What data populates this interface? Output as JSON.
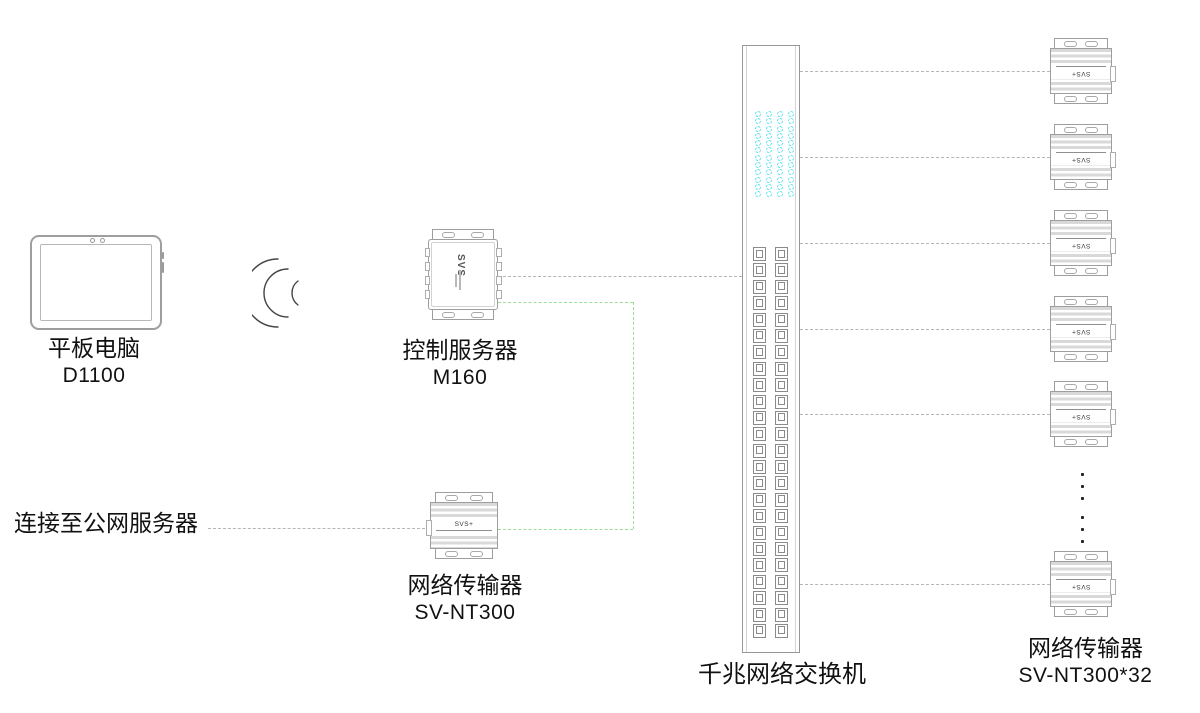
{
  "labels": {
    "public_server": "连接至公网服务器"
  },
  "tablet": {
    "name": "平板电脑",
    "model": "D1100"
  },
  "control_server": {
    "name": "控制服务器",
    "model": "M160",
    "logo": "SVS"
  },
  "transmitter": {
    "name": "网络传输器",
    "model": "SV-NT300",
    "logo": "SVS+"
  },
  "switch": {
    "name": "千兆网络交换机",
    "led_rows": 12,
    "led_cols": 4,
    "port_rows": 24,
    "port_cols": 2
  },
  "transmitter_bank": {
    "name": "网络传输器",
    "model": "SV-NT300*32",
    "logo": "SVS+",
    "visible_count": 6
  },
  "colors": {
    "line": "#b5b5b5",
    "green": "#9ade9a",
    "led": "#54e4ef",
    "outline": "#9e9e9e"
  }
}
